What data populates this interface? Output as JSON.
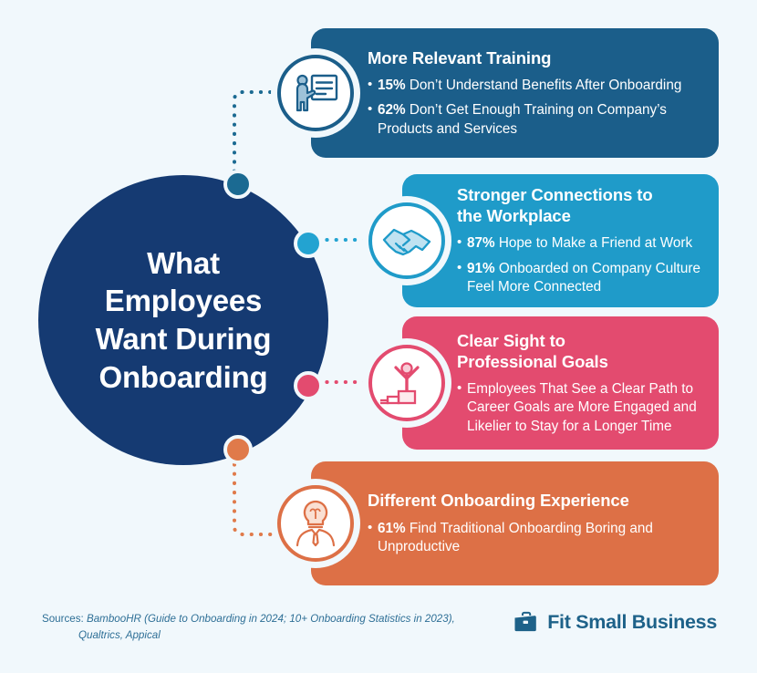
{
  "page": {
    "background_color": "#f1f8fc"
  },
  "hub": {
    "title": "What\nEmployees\nWant During\nOnboarding",
    "color": "#153a72",
    "text_color": "#ffffff"
  },
  "cards": [
    {
      "id": "more-relevant-training",
      "title": "More Relevant Training",
      "color": "#1b5e8a",
      "node_color": "#1b6a92",
      "icon": "training-presenter-icon",
      "icon_stroke": "#1b5e8a",
      "icon_fill": "#9ec2d8",
      "bullets": [
        {
          "stat": "15%",
          "text": "Don’t Understand Benefits After Onboarding"
        },
        {
          "stat": "62%",
          "text": "Don’t Get Enough Training on Company’s Products and Services"
        }
      ]
    },
    {
      "id": "stronger-connections-to-the-workplace",
      "title": "Stronger Connections to\nthe Workplace",
      "color": "#1f9bc9",
      "node_color": "#23a3d1",
      "icon": "handshake-icon",
      "icon_stroke": "#1f9bc9",
      "icon_fill": "#bfe2f1",
      "bullets": [
        {
          "stat": "87%",
          "text": "Hope to Make a Friend at Work"
        },
        {
          "stat": "91%",
          "text": "Onboarded on Company Culture Feel More Connected"
        }
      ]
    },
    {
      "id": "clear-sight-to-professional-goals",
      "title": "Clear Sight to\nProfessional Goals",
      "color": "#e34b6f",
      "node_color": "#e34b6f",
      "icon": "goal-steps-person-icon",
      "icon_stroke": "#e34b6f",
      "icon_fill": "#f7cdd7",
      "bullets": [
        {
          "stat": "",
          "text": "Employees That See a Clear Path to Career Goals are More Engaged and Likelier to Stay for a Longer Time"
        }
      ]
    },
    {
      "id": "different-onboarding-experience",
      "title": "Different Onboarding Experience",
      "color": "#dd7046",
      "node_color": "#e07a4a",
      "icon": "lightbulb-person-icon",
      "icon_stroke": "#dd7046",
      "icon_fill": "#fae0d3",
      "bullets": [
        {
          "stat": "61%",
          "text": "Find Traditional Onboarding Boring and Unproductive"
        }
      ]
    }
  ],
  "footer": {
    "sources_label": "Sources:",
    "sources_line1": "BambooHR (Guide to Onboarding in 2024; 10+ Onboarding Statistics in 2023),",
    "sources_line2": "Qualtrics, Appical",
    "brand_name": "Fit Small Business",
    "brand_icon": "briefcase-icon",
    "brand_color": "#1e6289"
  }
}
